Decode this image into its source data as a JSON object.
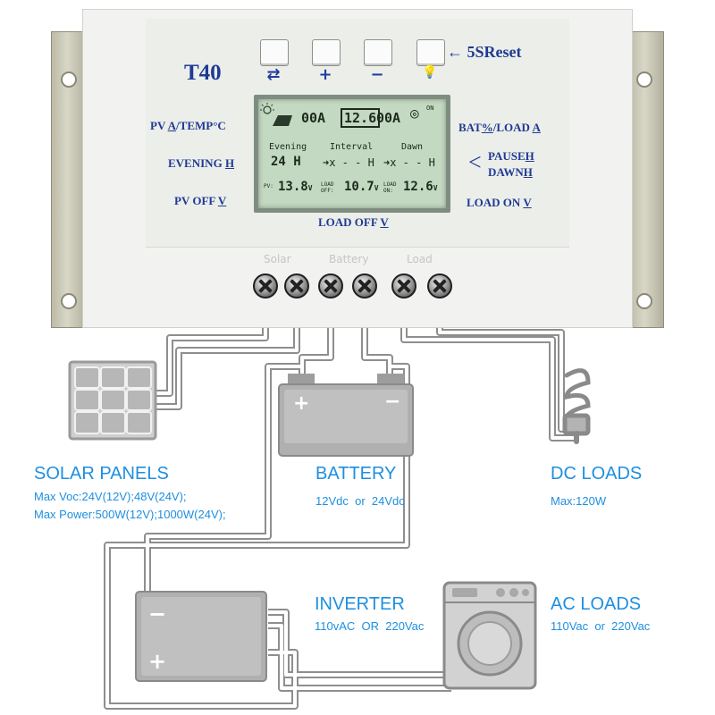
{
  "controller": {
    "model": "T40",
    "reset_label": "5SReset",
    "buttons": [
      "⇄",
      "+",
      "−",
      "💡"
    ],
    "left_labels": [
      {
        "pre": "PV ",
        "ul": "A",
        "post": "/TEMP",
        "tail": "°C"
      },
      {
        "pre": "EVENING ",
        "ul": "H",
        "post": "",
        "tail": ""
      },
      {
        "pre": "PV OFF ",
        "ul": "V",
        "post": "",
        "tail": ""
      }
    ],
    "right_labels": [
      {
        "pre": "BAT",
        "ul": "%",
        "post": "/LOAD ",
        "tail": "A"
      },
      {
        "pre": "PAUSE",
        "ul": "H",
        "post": "",
        "tail": ""
      },
      {
        "pre": "DAWN",
        "ul": "H",
        "post": "",
        "tail": ""
      },
      {
        "pre": "LOAD ON ",
        "ul": "V",
        "post": "",
        "tail": ""
      }
    ],
    "bottom_label": {
      "pre": "LOAD OFF ",
      "ul": "V"
    },
    "lcd": {
      "row1": [
        "00A",
        "12.6",
        "00A",
        "ON"
      ],
      "headers": [
        "Evening",
        "Interval",
        "Dawn"
      ],
      "row2": [
        "24 H",
        "➜x - - H",
        "➜x - - H"
      ],
      "row3": [
        {
          "tag": "PV:",
          "value": "13.8",
          "unit": "V"
        },
        {
          "tag": "LOAD OFF:",
          "value": "10.7",
          "unit": "V"
        },
        {
          "tag": "LOAD ON:",
          "value": "12.6",
          "unit": "V"
        }
      ]
    },
    "terminal_groups": [
      "Solar",
      "Battery",
      "Load"
    ]
  },
  "captions": {
    "solar": {
      "title": "SOLAR PANELS",
      "lines": [
        "Max Voc:24V(12V);48V(24V);",
        "Max Power:500W(12V);1000W(24V);"
      ]
    },
    "battery": {
      "title": "BATTERY",
      "lines": [
        "12Vdc  or  24Vdc"
      ]
    },
    "dc": {
      "title": "DC LOADS",
      "lines": [
        "Max:120W"
      ]
    },
    "inverter": {
      "title": "INVERTER",
      "lines": [
        "110vAC  OR  220Vac"
      ]
    },
    "ac": {
      "title": "AC LOADS",
      "lines": [
        "110Vac  or  220Vac"
      ]
    }
  },
  "colors": {
    "label_navy": "#1f3a93",
    "caption_blue": "#1e8fe0",
    "lcd_green": "#c3d9c1",
    "wire_grey": "#9a9a9a"
  }
}
